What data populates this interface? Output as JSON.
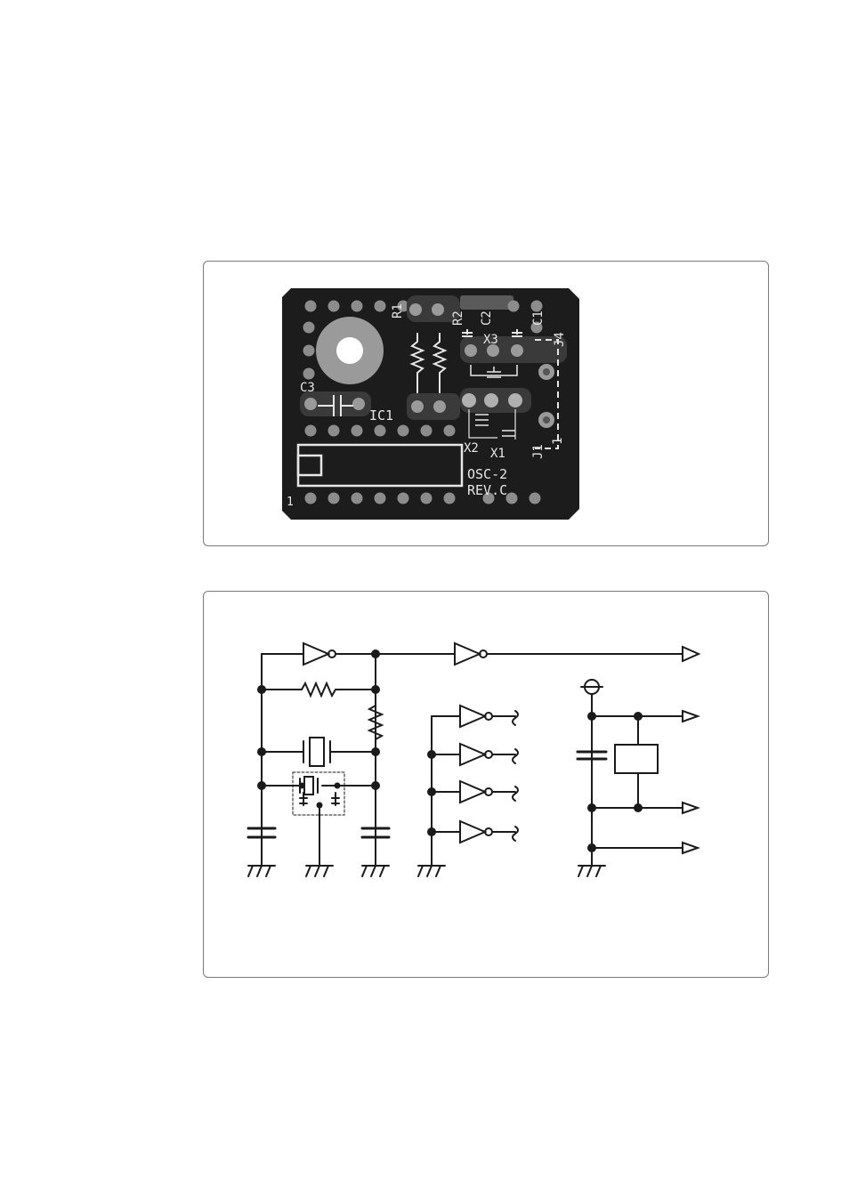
{
  "pcb_board": {
    "designators": {
      "r1": "R1",
      "r2": "R2",
      "c2": "C2",
      "c1": "C1",
      "c3": "C3",
      "x3": "X3",
      "x2": "X2",
      "x1": "X1",
      "j4": "J4",
      "j1": "J1",
      "ic1": "IC1",
      "pin1_ic": "1",
      "pin1_jumper": "1"
    },
    "board_name": "OSC-2",
    "revision": "REV.C"
  },
  "colors": {
    "board": "#1c1c1c",
    "pad": "#9a9a9a",
    "silkscreen": "#e6e6e6",
    "schematic_ink": "#1a1a1a",
    "panel_border": "#7a7a7a"
  }
}
